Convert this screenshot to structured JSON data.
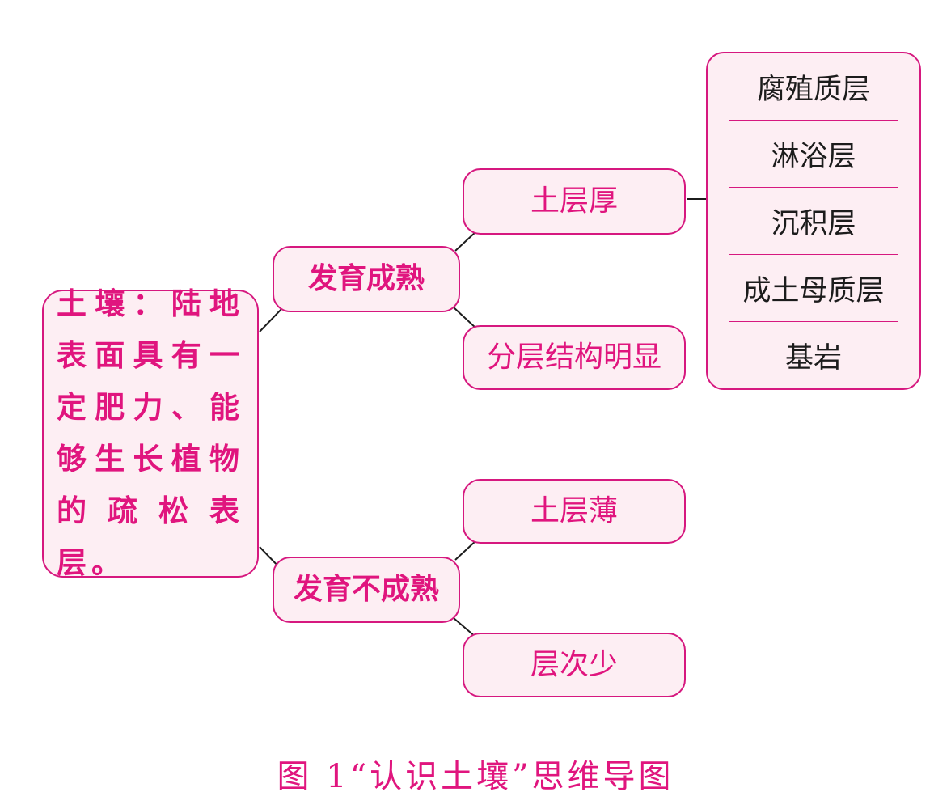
{
  "root": {
    "text": "土壤：陆地表面具有一定肥力、能够生长植物的疏松表层。"
  },
  "branches": {
    "mature": {
      "label": "发育成熟",
      "thick": "土层厚",
      "layered": "分层结构明显"
    },
    "immature": {
      "label": "发育不成熟",
      "thin": "土层薄",
      "few": "层次少"
    }
  },
  "layers": [
    "腐殖质层",
    "淋浴层",
    "沉积层",
    "成土母质层",
    "基岩"
  ],
  "caption": "图 1“认识土壤”思维导图",
  "colors": {
    "accent": "#e0157e",
    "border": "#d6187f",
    "fill": "#fdeef3",
    "line": "#1c1c1c"
  }
}
